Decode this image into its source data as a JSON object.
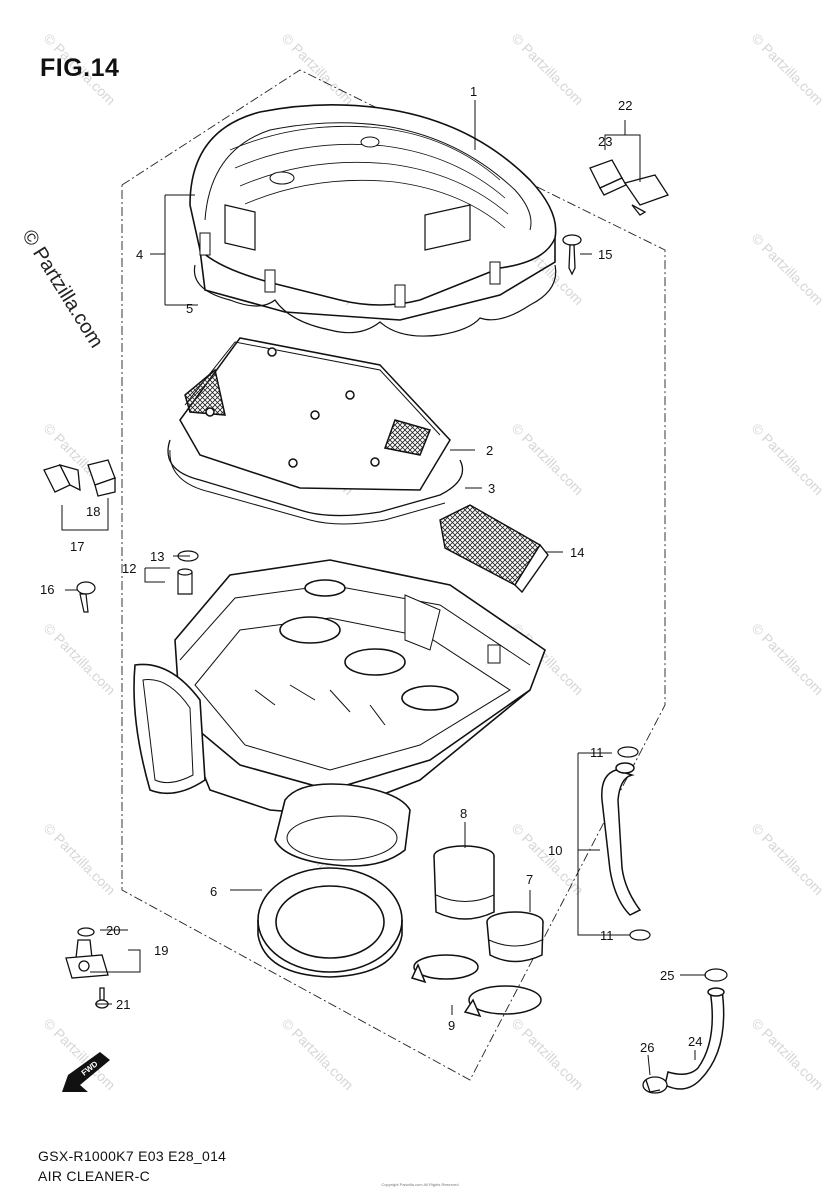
{
  "figure": {
    "title": "FIG.14",
    "footer_code": "GSX-R1000K7 E03 E28_014",
    "footer_name": "AIR CLEANER-C",
    "copyright_small": "Copyright Partzilla.com All Rights Reserved"
  },
  "watermark": {
    "text": "© Partzilla.com",
    "main_text": "© Partzilla.com"
  },
  "callouts": [
    "1",
    "2",
    "3",
    "4",
    "5",
    "6",
    "7",
    "8",
    "9",
    "10",
    "11",
    "11",
    "12",
    "13",
    "14",
    "15",
    "16",
    "17",
    "18",
    "19",
    "20",
    "21",
    "22",
    "23",
    "24",
    "25",
    "26"
  ],
  "direction_badge": "FWD",
  "colors": {
    "ink": "#111111",
    "watermark": "#d6d6d6",
    "background": "#ffffff"
  }
}
